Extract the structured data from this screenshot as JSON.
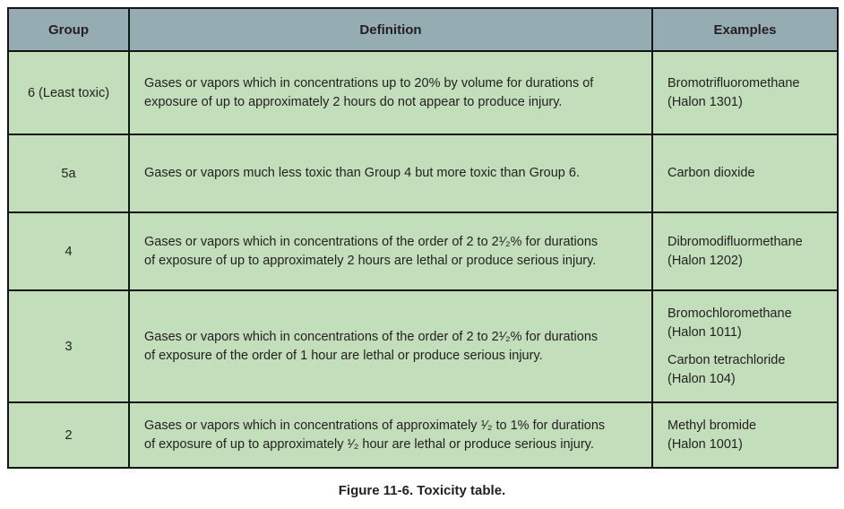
{
  "caption": "Figure 11-6. Toxicity table.",
  "colors": {
    "header_bg": "#95adb2",
    "row_bg": "#c3deba",
    "border": "#141414",
    "text": "#231f20"
  },
  "table": {
    "headers": [
      "Group",
      "Definition",
      "Examples"
    ],
    "rows": [
      {
        "group": "6 (Least toxic)",
        "definition_lines": [
          "Gases or vapors which in concentrations up to 20% by volume for durations of",
          "exposure of up to approximately 2 hours do not appear to produce injury."
        ],
        "examples": [
          {
            "lines": [
              "Bromotrifluoromethane",
              "(Halon 1301)"
            ]
          }
        ]
      },
      {
        "group": "5a",
        "definition_lines": [
          "Gases or vapors much less toxic than Group 4 but more toxic than Group 6."
        ],
        "examples": [
          {
            "lines": [
              "Carbon dioxide"
            ]
          }
        ]
      },
      {
        "group": "4",
        "definition_lines": [
          "Gases or vapors which in concentrations of the order of 2 to 2¹⁄₂% for durations",
          "of exposure of up to approximately 2 hours are lethal or produce serious injury."
        ],
        "examples": [
          {
            "lines": [
              "Dibromodifluormethane",
              "(Halon 1202)"
            ]
          }
        ]
      },
      {
        "group": "3",
        "definition_lines": [
          "Gases or vapors which in concentrations of the order of 2 to 2¹⁄₂% for durations",
          "of exposure of the order of 1 hour are lethal or produce serious injury."
        ],
        "examples": [
          {
            "lines": [
              "Bromochloromethane",
              "(Halon 1011)"
            ]
          },
          {
            "lines": [
              "Carbon tetrachloride",
              "(Halon 104)"
            ]
          }
        ]
      },
      {
        "group": "2",
        "definition_lines": [
          "Gases or vapors which in concentrations of approximately ¹⁄₂ to 1% for durations",
          "of exposure of up to approximately ¹⁄₂ hour are lethal or produce serious injury."
        ],
        "examples": [
          {
            "lines": [
              "Methyl bromide",
              "(Halon 1001)"
            ]
          }
        ]
      }
    ]
  }
}
